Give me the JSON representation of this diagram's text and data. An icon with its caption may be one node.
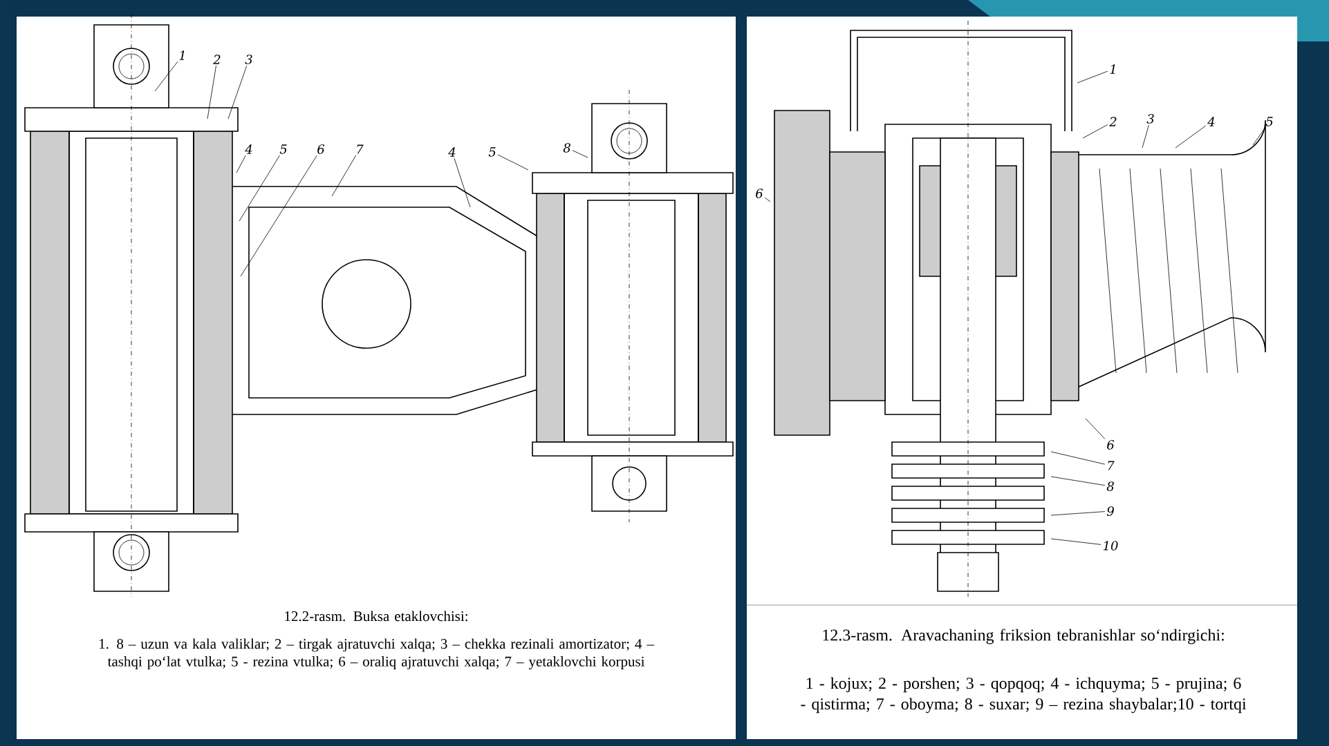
{
  "diagram": {
    "nodes": [
      {
        "text": [
          "1"
        ]
      },
      {
        "text": [
          "2"
        ]
      },
      {
        "text": [
          "3"
        ]
      },
      {
        "text": [
          "4"
        ]
      },
      {
        "text": [
          "5"
        ]
      },
      {
        "text": [
          "6"
        ]
      },
      {
        "text": [
          "7"
        ]
      },
      {
        "text": [
          "4"
        ]
      },
      {
        "text": [
          "5"
        ]
      },
      {
        "text": [
          "8"
        ]
      },
      {
        "text": [
          "1"
        ]
      },
      {
        "text": [
          "2"
        ]
      },
      {
        "text": [
          "3"
        ]
      },
      {
        "text": [
          "4"
        ]
      },
      {
        "text": [
          "5"
        ]
      },
      {
        "text": [
          "6"
        ]
      },
      {
        "text": [
          "6"
        ]
      },
      {
        "text": [
          "7"
        ]
      },
      {
        "text": [
          "8"
        ]
      },
      {
        "text": [
          "9"
        ]
      },
      {
        "text": [
          "10"
        ]
      }
    ],
    "edges": [
      {
        "from": 0,
        "to": null,
        "arrow": "none"
      },
      {
        "from": 1,
        "to": null,
        "arrow": "none"
      },
      {
        "from": 2,
        "to": null,
        "arrow": "none"
      },
      {
        "from": 3,
        "to": null,
        "arrow": "none"
      },
      {
        "from": 4,
        "to": null,
        "arrow": "none"
      },
      {
        "from": 5,
        "to": null,
        "arrow": "none"
      },
      {
        "from": 6,
        "to": null,
        "arrow": "none"
      },
      {
        "from": 7,
        "to": null,
        "arrow": "none"
      },
      {
        "from": 8,
        "to": null,
        "arrow": "none"
      },
      {
        "from": 9,
        "to": null,
        "arrow": "none"
      },
      {
        "from": 10,
        "to": null,
        "arrow": "none"
      },
      {
        "from": 11,
        "to": null,
        "arrow": "none"
      },
      {
        "from": 12,
        "to": null,
        "arrow": "none"
      },
      {
        "from": 13,
        "to": null,
        "arrow": "none"
      },
      {
        "from": 14,
        "to": null,
        "arrow": "none"
      },
      {
        "from": 15,
        "to": null,
        "arrow": "none"
      },
      {
        "from": 16,
        "to": null,
        "arrow": "none"
      },
      {
        "from": 17,
        "to": null,
        "arrow": "none"
      },
      {
        "from": 18,
        "to": null,
        "arrow": "none"
      },
      {
        "from": 19,
        "to": null,
        "arrow": "none"
      },
      {
        "from": 20,
        "to": null,
        "arrow": "none"
      }
    ],
    "labels": [
      "12.2-rasm. Buksa etaklovchisi:",
      "1. 8 – uzun va kala valiklar; 2 – tirgak ajratuvchi xalqa; 3 – chekka rezinali amortizator; 4 – tashqi po‘lat vtulka; 5 - rezina vtulka; 6 – oraliq ajratuvchi xalqa; 7 – yetaklovchi korpusi",
      "12.3-rasm. Aravachaning friksion tebranishlar so‘ndirgichi:",
      "1 - kojux; 2 - porshen; 3 - qopqoq; 4 - ichquyma; 5 - prujina; 6 - qistirma; 7 - oboyma; 8 - suxar; 9 – rezina shaybalar;10 - tortqi"
    ]
  }
}
